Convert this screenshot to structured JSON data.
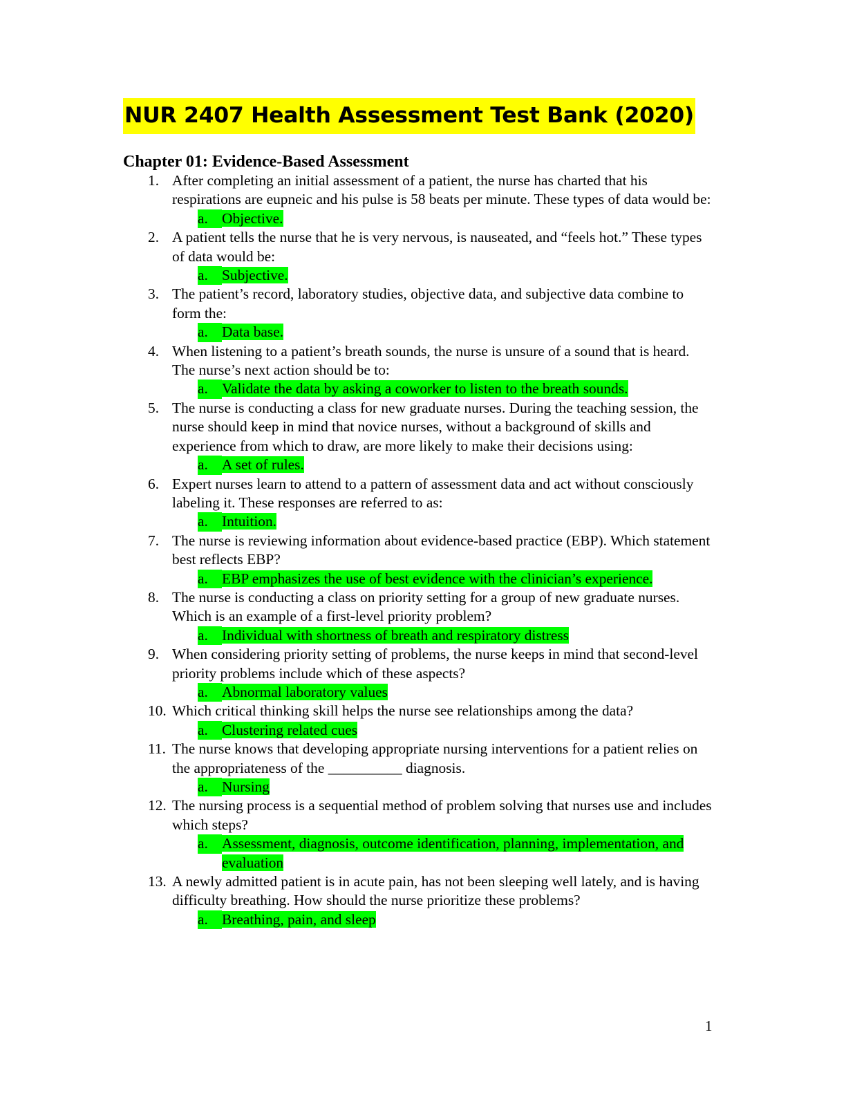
{
  "document": {
    "title": "NUR 2407 Health Assessment Test Bank (2020)",
    "chapter": "Chapter 01: Evidence-Based Assessment",
    "page_number": "1",
    "colors": {
      "title_highlight": "#ffff00",
      "answer_highlight": "#00ff00"
    }
  },
  "questions": [
    {
      "number": "1.",
      "text": "After completing an initial assessment of a patient, the nurse has charted that his respirations are eupneic and his pulse is 58 beats per minute. These types of data would be:",
      "answer_letter": "a.",
      "answer": "Objective."
    },
    {
      "number": "2.",
      "text": "A patient tells the nurse that he is very nervous, is nauseated, and “feels hot.” These types of data would be:",
      "answer_letter": "a.",
      "answer": "Subjective."
    },
    {
      "number": "3.",
      "text": "The patient’s record, laboratory studies, objective data, and subjective data combine to form the:",
      "answer_letter": "a.",
      "answer": "Data base."
    },
    {
      "number": "4.",
      "text": "When listening to a patient’s breath sounds, the nurse is unsure of a sound that is heard. The nurse’s next action should be to:",
      "answer_letter": "a.",
      "answer": "Validate the data by asking a coworker to listen to the breath sounds."
    },
    {
      "number": "5.",
      "text": "The nurse is conducting a class for new graduate nurses. During the teaching session, the nurse should keep in mind that novice nurses, without a background of skills and experience from which to draw, are more likely to make their decisions using:",
      "answer_letter": "a.",
      "answer": "A set of rules."
    },
    {
      "number": "6.",
      "text": "Expert nurses learn to attend to a pattern of assessment data and act without consciously labeling it. These responses are referred to as:",
      "answer_letter": "a.",
      "answer": "Intuition."
    },
    {
      "number": "7.",
      "text": "The nurse is reviewing information about evidence-based practice (EBP). Which statement best reflects EBP?",
      "answer_letter": "a.",
      "answer": "EBP emphasizes the use of best evidence with the clinician’s experience."
    },
    {
      "number": "8.",
      "text": "The nurse is conducting a class on priority setting for a group of new graduate nurses. Which is an example of a first-level priority problem?",
      "answer_letter": "a.",
      "answer": "Individual with shortness of breath and respiratory distress"
    },
    {
      "number": "9.",
      "text": "When considering priority setting of problems, the nurse keeps in mind that second-level priority problems include which of these aspects?",
      "answer_letter": "a.",
      "answer": "Abnormal laboratory values"
    },
    {
      "number": "10.",
      "text": "Which critical thinking skill helps the nurse see relationships among the data?",
      "answer_letter": "a.",
      "answer": "Clustering related cues"
    },
    {
      "number": "11.",
      "text": "The nurse knows that developing appropriate nursing interventions for a patient relies on the appropriateness of the __________ diagnosis.",
      "answer_letter": "a.",
      "answer": "Nursing"
    },
    {
      "number": "12.",
      "text": "The nursing process is a sequential method of problem solving that nurses use and includes which steps?",
      "answer_letter": "a.",
      "answer": "Assessment, diagnosis, outcome identification, planning, implementation, and evaluation"
    },
    {
      "number": "13.",
      "text": " A newly admitted patient is in acute pain, has not been sleeping well lately, and is having difficulty breathing. How should the nurse prioritize these problems?",
      "answer_letter": "a.",
      "answer": "Breathing, pain, and sleep"
    }
  ]
}
